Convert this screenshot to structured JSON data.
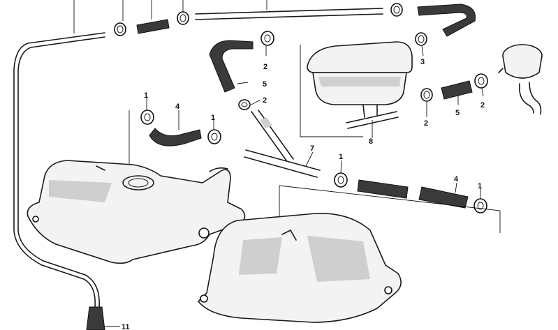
{
  "callouts": [
    {
      "id": "c1a",
      "text": "1"
    },
    {
      "id": "c1b",
      "text": "1"
    },
    {
      "id": "c1c",
      "text": "1"
    },
    {
      "id": "c1d",
      "text": "1"
    },
    {
      "id": "c2a",
      "text": "2"
    },
    {
      "id": "c2b",
      "text": "2"
    },
    {
      "id": "c2c",
      "text": "2"
    },
    {
      "id": "c2d",
      "text": "2"
    },
    {
      "id": "c3",
      "text": "3"
    },
    {
      "id": "c4a",
      "text": "4"
    },
    {
      "id": "c4b",
      "text": "4"
    },
    {
      "id": "c5a",
      "text": "5"
    },
    {
      "id": "c5b",
      "text": "5"
    },
    {
      "id": "c7",
      "text": "7"
    },
    {
      "id": "c8",
      "text": "8"
    },
    {
      "id": "c11",
      "text": "11"
    }
  ],
  "colors": {
    "ink": "#1a1a1a",
    "paper": "#ffffff",
    "hose": "#3a3a3a"
  }
}
